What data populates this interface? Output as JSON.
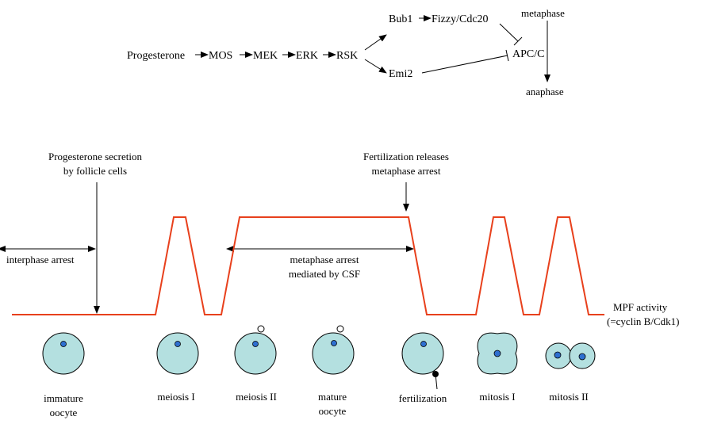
{
  "pathway": {
    "progesterone": "Progesterone",
    "mos": "MOS",
    "mek": "MEK",
    "erk": "ERK",
    "rsk": "RSK",
    "bub1": "Bub1",
    "fizzy": "Fizzy/Cdc20",
    "emi2": "Emi2",
    "apc": "APC/C",
    "metaphase": "metaphase",
    "anaphase": "anaphase"
  },
  "annotations": {
    "progesterone_secretion": [
      "Progesterone secretion",
      "by follicle cells"
    ],
    "fertilization_releases": [
      "Fertilization releases",
      "metaphase arrest"
    ],
    "interphase_arrest": "interphase arrest",
    "metaphase_arrest": [
      "metaphase arrest",
      "mediated by CSF"
    ],
    "mpf_activity": [
      "MPF  activity",
      "(=cyclin B/Cdk1)"
    ]
  },
  "stages": [
    {
      "label": [
        "immature",
        "oocyte"
      ]
    },
    {
      "label": [
        "meiosis I"
      ]
    },
    {
      "label": [
        "meiosis II"
      ]
    },
    {
      "label": [
        "mature",
        "oocyte"
      ]
    },
    {
      "label": [
        "fertilization"
      ]
    },
    {
      "label": [
        "mitosis I"
      ]
    },
    {
      "label": [
        "mitosis II"
      ]
    }
  ],
  "colors": {
    "trace": "#e8401c",
    "cell_fill": "#b4e0e0",
    "nucleus": "#2e6fd0",
    "stroke": "#000000"
  }
}
